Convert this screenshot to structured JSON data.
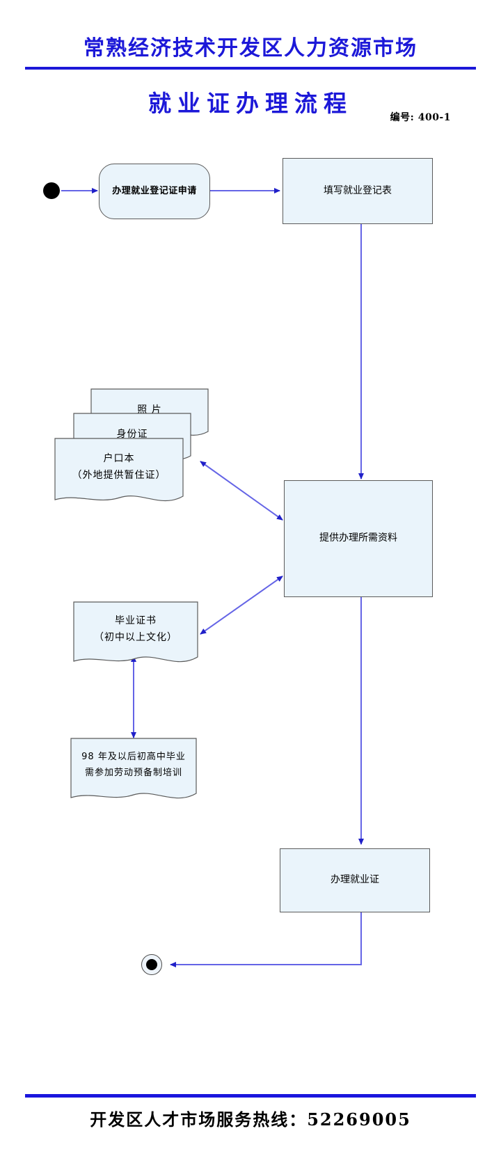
{
  "header": {
    "org_title": "常熟经济技术开发区人力资源市场",
    "doc_title": "就业证办理流程",
    "doc_number": "编号: 400-1"
  },
  "flowchart": {
    "type": "process-flow-diagram",
    "nodes": {
      "start": {
        "name": "start-marker",
        "shape": "filled-circle"
      },
      "apply": {
        "shape": "rounded-rectangle",
        "text": "办理就业登记证申请"
      },
      "fill_form": {
        "shape": "rectangle",
        "text": "填写就业登记表"
      },
      "photo": {
        "shape": "document",
        "text": "照 片"
      },
      "id_card": {
        "shape": "document",
        "text": "身份证"
      },
      "hukou": {
        "shape": "document",
        "line1": "户口本",
        "line2": "（外地提供暂住证）"
      },
      "provide_materials": {
        "shape": "rectangle",
        "text": "提供办理所需资料"
      },
      "diploma": {
        "shape": "document",
        "line1": "毕业证书",
        "line2": "（初中以上文化）"
      },
      "training": {
        "shape": "document",
        "line1": "98 年及以后初高中毕业",
        "line2": "需参加劳动预备制培训"
      },
      "issue_cert": {
        "shape": "rectangle",
        "text": "办理就业证"
      },
      "end": {
        "name": "end-marker",
        "shape": "circled-filled-circle"
      }
    },
    "edges": [
      {
        "from": "start",
        "to": "apply",
        "direction": "one-way"
      },
      {
        "from": "apply",
        "to": "fill_form",
        "direction": "one-way"
      },
      {
        "from": "fill_form",
        "to": "provide_materials",
        "direction": "one-way"
      },
      {
        "from": "hukou",
        "to": "provide_materials",
        "direction": "two-way"
      },
      {
        "from": "diploma",
        "to": "provide_materials",
        "direction": "two-way"
      },
      {
        "from": "training",
        "to": "diploma",
        "direction": "two-way"
      },
      {
        "from": "provide_materials",
        "to": "issue_cert",
        "direction": "one-way"
      },
      {
        "from": "issue_cert",
        "to": "end",
        "direction": "one-way"
      }
    ]
  },
  "footer": {
    "hotline_text": "开发区人才市场服务热线：52269005"
  },
  "colors": {
    "title_blue": "#1c18d8",
    "node_fill": "#eaf4fb",
    "node_border": "#5a5a5a",
    "edge_blue": "#6464e6",
    "arrow_blue": "#2020c8",
    "footer_rule": "#1a16dd"
  }
}
